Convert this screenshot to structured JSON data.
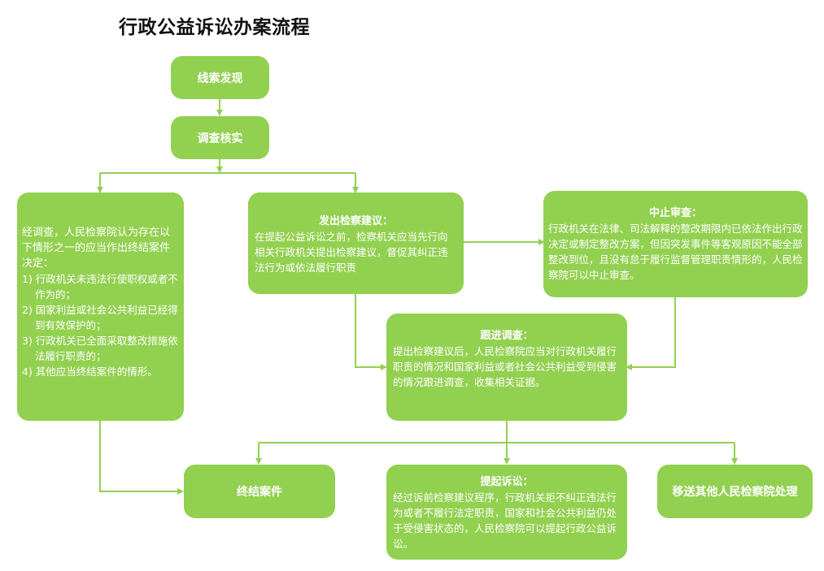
{
  "title": "行政公益诉讼办案流程",
  "nodes": {
    "clue": "线索发现",
    "investigate": "调查核实",
    "terminate_conditions": {
      "intro": "经调查，人民检察院认为存在以下情形之一的应当作出终结案件决定：",
      "items": [
        "1) 行政机关未违法行使职权或者不作为的；",
        "2) 国家利益或社会公共利益已经得到有效保护的；",
        "3) 行政机关已全面采取整改措施依法履行职责的；",
        "4) 其他应当终结案件的情形。"
      ]
    },
    "proposal": {
      "title": "发出检察建议：",
      "body": "在提起公益诉讼之前，检察机关应当先行向相关行政机关提出检察建议，督促其纠正违法行为或依法履行职责"
    },
    "suspend": {
      "title": "中止审查：",
      "body": "行政机关在法律、司法解释的整改期限内已依法作出行政决定或制定整改方案，但因突发事件等客观原因不能全部整改到位，且没有怠于履行监督管理职责情形的，人民检察院可以中止审查。"
    },
    "follow_up": {
      "title": "跟进调查：",
      "body": "提出检察建议后，人民检察院应当对行政机关履行职责的情况和国家利益或者社会公共利益受到侵害的情况跟进调查，收集相关证据。"
    },
    "close_case": "终结案件",
    "lawsuit": {
      "title": "提起诉讼：",
      "body": "经过诉前检察建议程序，行政机关拒不纠正违法行为或者不履行法定职责，国家和社会公共利益仍处于受侵害状态的，人民检察院可以提起行政公益诉讼。"
    },
    "transfer": "移送其他人民检察院处理"
  },
  "colors": {
    "node_fill": "#92d050",
    "arrow": "#92d050",
    "node_text": "#ffffff",
    "title": "#111111"
  }
}
